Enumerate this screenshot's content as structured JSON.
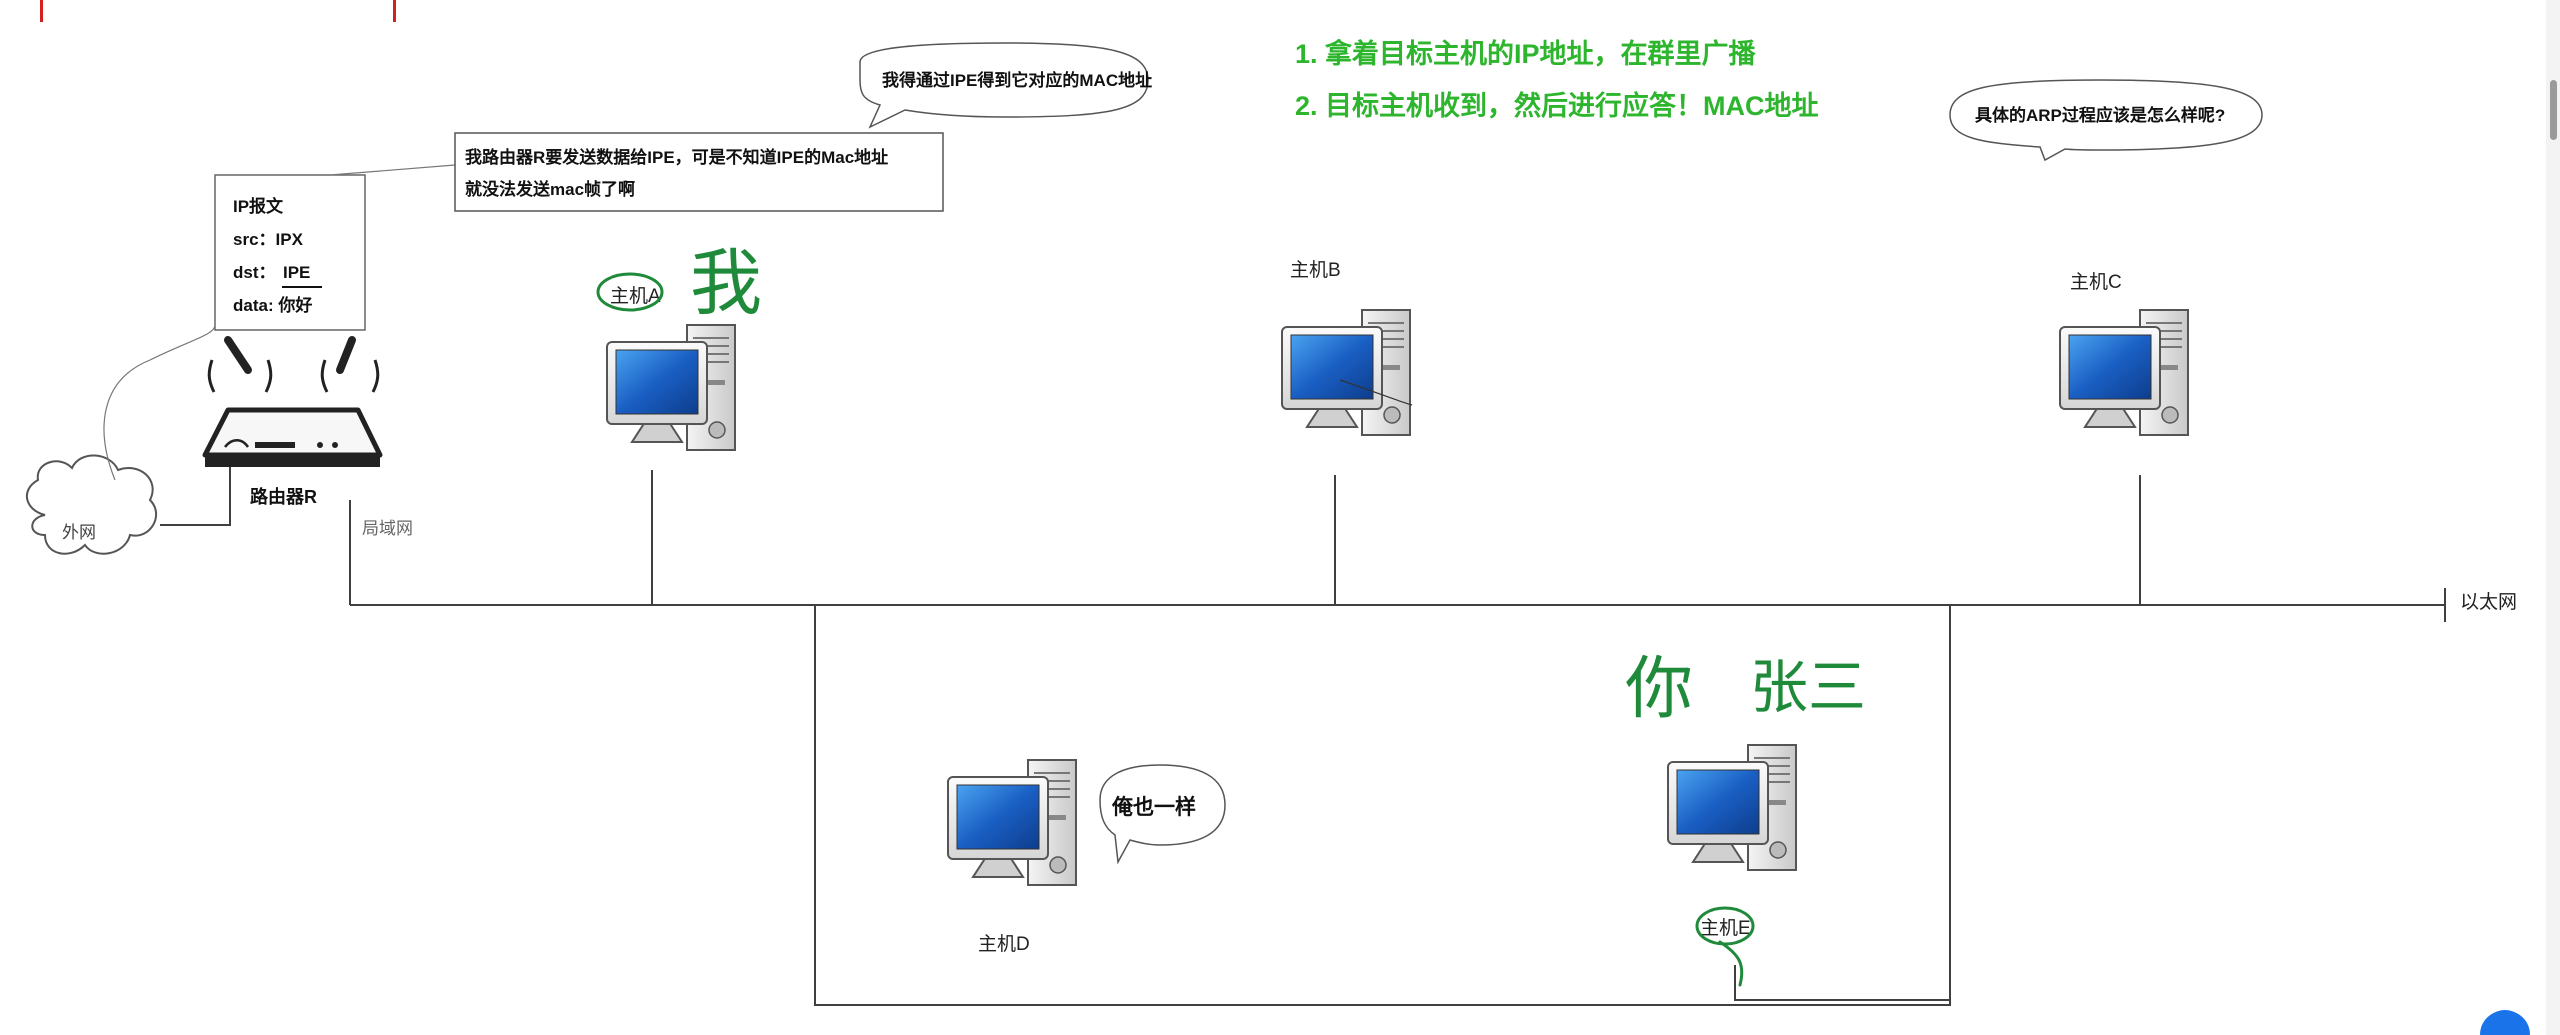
{
  "notes": {
    "step1": "1. 拿着目标主机的IP地址，在群里广播",
    "step2": "2. 目标主机收到，然后进行应答！MAC地址"
  },
  "bubbles": {
    "need_mac": "我得通过IPE得到它对应的MAC地址",
    "question": "具体的ARP过程应该是怎么样呢?",
    "same": "俺也一样"
  },
  "router_note": {
    "line1": "我路由器R要发送数据给IPE，可是不知道IPE的Mac地址",
    "line2": "就没法发送mac帧了啊"
  },
  "packet": {
    "title": "IP报文",
    "src": "src：IPX",
    "dst_label": "dst：",
    "dst_value": "IPE",
    "data": "data: 你好"
  },
  "labels": {
    "router": "路由器R",
    "wan": "外网",
    "lan": "局域网",
    "ethernet": "以太网",
    "host_a": "主机A",
    "host_b": "主机B",
    "host_c": "主机C",
    "host_d": "主机D",
    "host_e": "主机E"
  },
  "handwriting": {
    "me": "我",
    "you": "你",
    "zhang_san": "张三"
  },
  "colors": {
    "note_green": "#2db52d",
    "line": "#404040",
    "annotation_green": "#1f8a3a",
    "screen_blue": "#1a5fc4",
    "accent_red": "#d42020"
  }
}
